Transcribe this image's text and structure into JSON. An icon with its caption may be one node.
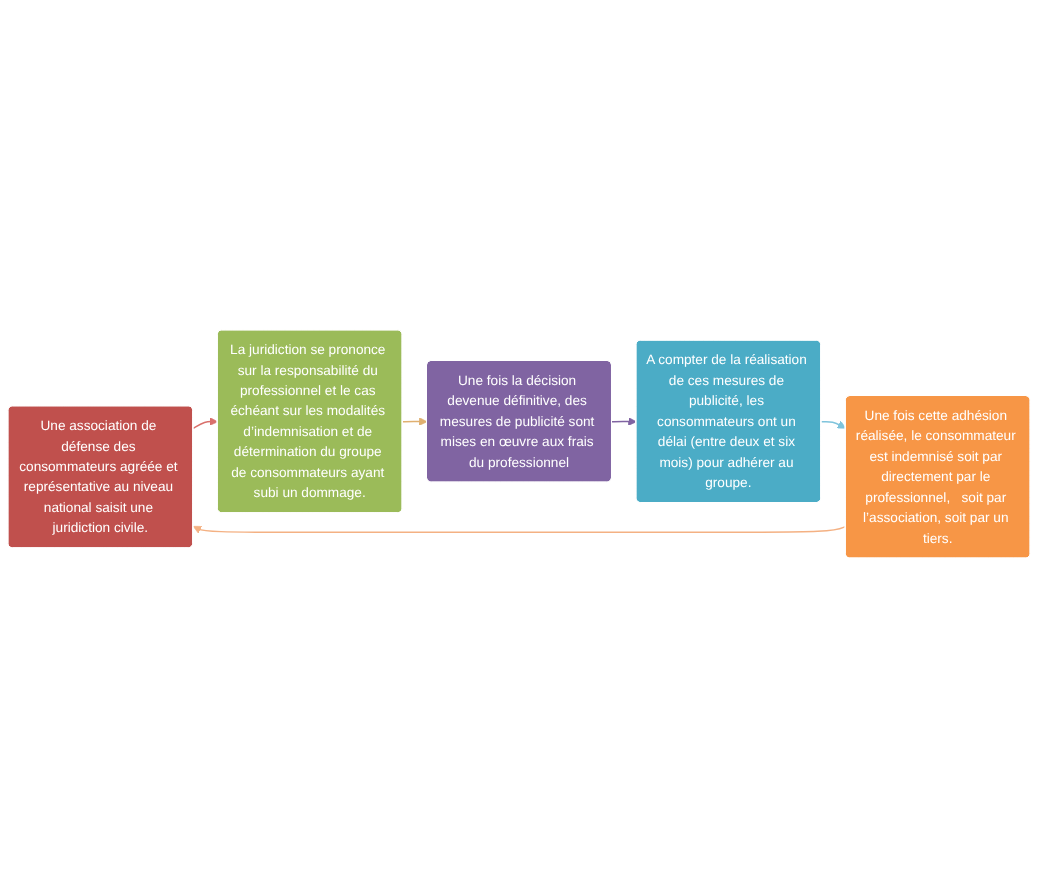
{
  "diagram": {
    "nodes": [
      {
        "text": [
          "Une association de défense des consommateurs agréée et représentative au niveau national saisit une juridiction civile."
        ]
      },
      {
        "text": [
          "La juridiction se prononce sur la responsabilité du professionnel et le cas échéant sur les modalités d’indemnisation et de détermination du groupe de consommateurs ayant subi un dommage."
        ]
      },
      {
        "text": [
          "Une fois la décision devenue définitive, des mesures de publicité sont mises en œuvre aux frais du professionnel"
        ]
      },
      {
        "text": [
          "A compter de la réalisation de ces mesures de publicité, les consommateurs ont un délai (entre deux et six mois) pour adhérer au groupe."
        ]
      },
      {
        "text": [
          "Une fois cette adhésion réalisée, le consommateur est indemnisé soit par directement par le professionnel,   soit par l’association, soit par un tiers."
        ]
      }
    ],
    "edges": [
      {
        "from": 0,
        "to": 1,
        "arrow": "to",
        "color": "#d9706c"
      },
      {
        "from": 1,
        "to": 2,
        "arrow": "to",
        "color": "#e0b070"
      },
      {
        "from": 2,
        "to": 3,
        "arrow": "to",
        "color": "#8064a2"
      },
      {
        "from": 3,
        "to": 4,
        "arrow": "to",
        "color": "#7fc4dc"
      },
      {
        "from": 4,
        "to": 0,
        "arrow": "to",
        "color": "#f4b183"
      }
    ]
  }
}
